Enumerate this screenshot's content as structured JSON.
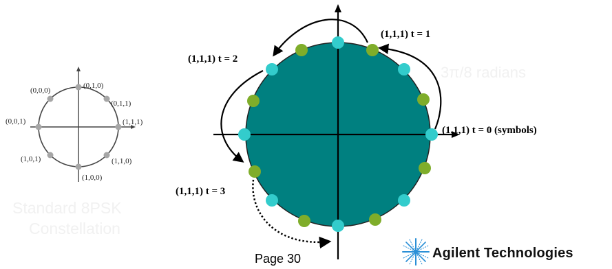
{
  "watermark": {
    "standard_line1": "Standard 8PSK",
    "standard_line2": "Constellation",
    "phase": "3π/8 radians"
  },
  "small_constellation": {
    "labels": {
      "p000": "(0,0,0)",
      "p010": "(0,1,0)",
      "p011": "(0,1,1)",
      "p001": "(0,0,1)",
      "p111": "(1,1,1)",
      "p101": "(1,0,1)",
      "p110": "(1,1,0)",
      "p100": "(1,0,0)"
    },
    "colors": {
      "dot": "#a6a6a6",
      "circle": "#444444"
    }
  },
  "main_diagram": {
    "labels": {
      "t0": "(1,1,1) t = 0 (symbols)",
      "t1": "(1,1,1) t = 1",
      "t2": "(1,1,1) t = 2",
      "t3": "(1,1,1) t = 3"
    },
    "colors": {
      "disc": "#008080",
      "cyan_dot": "#33cccc",
      "green_dot": "#7fad2a",
      "arrow": "#000000"
    }
  },
  "footer": {
    "page": "Page 30",
    "logo_text": "Agilent Technologies",
    "logo_icon": "agilent-spark-icon"
  }
}
